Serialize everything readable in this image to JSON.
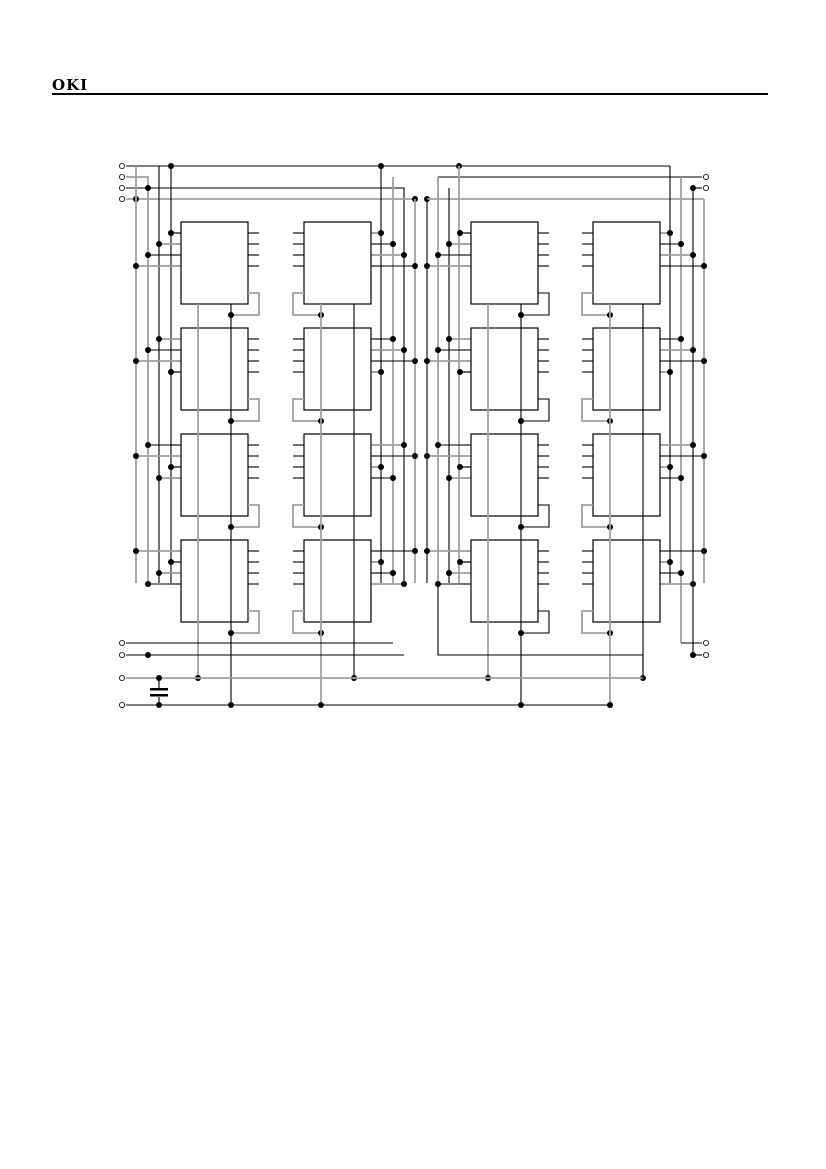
{
  "header": {
    "logo_text": "OKI"
  },
  "diagram": {
    "type": "memory-module-schematic",
    "chip_columns": 4,
    "chip_rows": 4,
    "colors": {
      "wire_dark": "#000000",
      "wire_gray": "#a0a0a0",
      "chip_fill": "#ffffff"
    }
  }
}
